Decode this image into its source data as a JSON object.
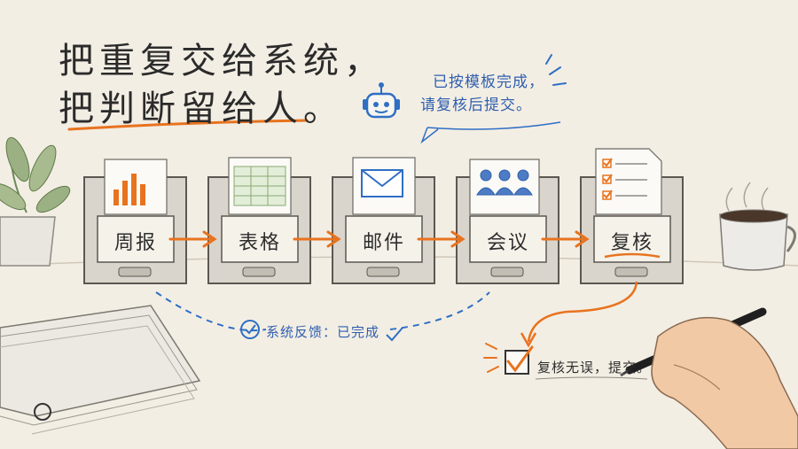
{
  "headline": {
    "line1": "把重复交给系统，",
    "line2": "把判断留给人。"
  },
  "bot_message": {
    "line1": "已按模板完成，",
    "line2": "请复核后提交。"
  },
  "pipeline": [
    {
      "label": "周报",
      "icon": "bar-chart-icon"
    },
    {
      "label": "表格",
      "icon": "spreadsheet-icon"
    },
    {
      "label": "邮件",
      "icon": "envelope-icon"
    },
    {
      "label": "会议",
      "icon": "people-icon"
    },
    {
      "label": "复核",
      "icon": "checklist-icon"
    }
  ],
  "feedback": "系统反馈：已完成",
  "review_note": "复核无误，提交。",
  "colors": {
    "accent_orange": "#e8731f",
    "accent_blue": "#2f6fc4",
    "ink": "#2d2d2d",
    "paper": "#f3eee4"
  }
}
